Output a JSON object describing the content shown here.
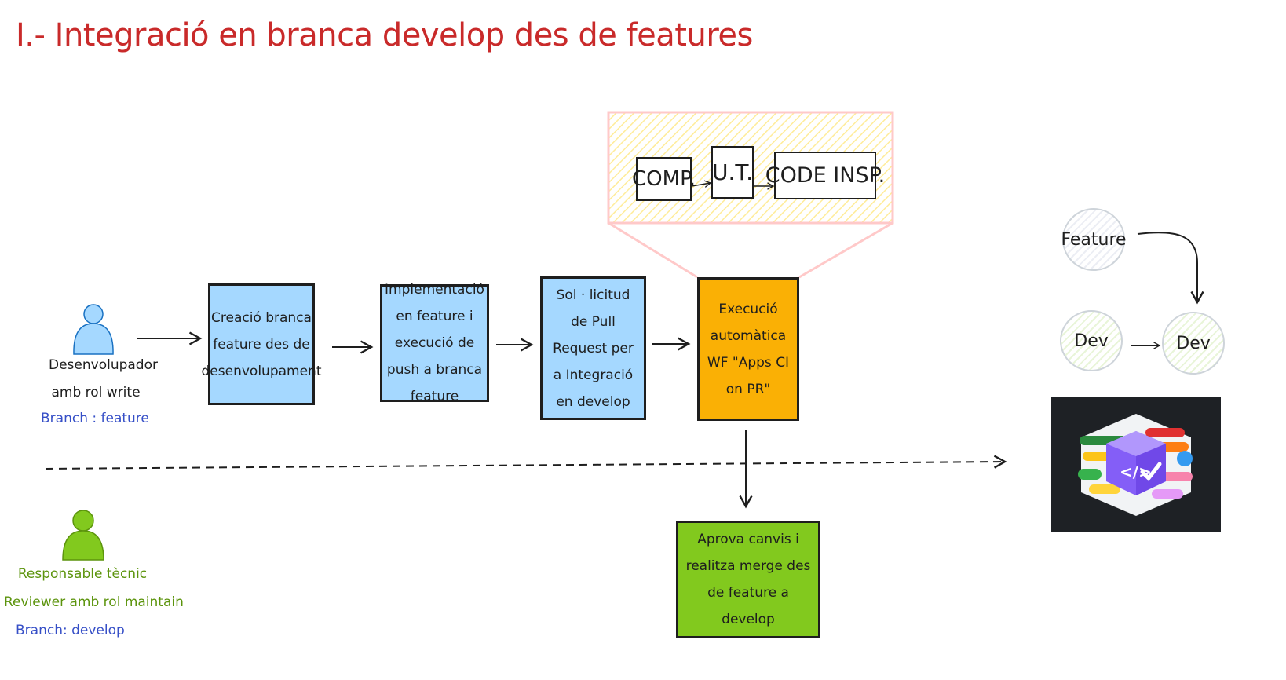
{
  "title": "I.- Integració en branca develop des de features",
  "actors": {
    "developer": {
      "name_line1": "Desenvolupador",
      "name_line2": "amb rol write",
      "branch": "Branch : feature",
      "color": "#a5d8ff"
    },
    "reviewer": {
      "line1": "Responsable tècnic",
      "line2": "Reviewer amb rol maintain",
      "branch": "Branch: develop",
      "color": "#82c91e"
    }
  },
  "steps": [
    {
      "text": "Creació branca feature des de desenvolupament",
      "color": "#a5d8ff"
    },
    {
      "text": "Implementació en feature i execució de push a branca feature",
      "color": "#a5d8ff"
    },
    {
      "text": "Sol · licitud de Pull Request per a Integració en develop",
      "color": "#a5d8ff"
    },
    {
      "text": "Execució automàtica WF \"Apps CI on PR\"",
      "color": "#fab005"
    },
    {
      "text": "Aprova canvis i realitza merge des de feature a develop",
      "color": "#82c91e"
    }
  ],
  "pipeline": [
    "COMP.",
    "U.T.",
    "CODE INSP."
  ],
  "legend": {
    "feature": "Feature",
    "dev_from": "Dev",
    "dev_to": "Dev"
  },
  "colors": {
    "title": "#c92a2a",
    "branch_text": "#364fc7",
    "reviewer_text": "#5c940d",
    "zoom_hatch": "#ffec99",
    "zoom_border": "#ffc9c9"
  },
  "icons": {
    "developer": "person-icon",
    "reviewer": "person-icon",
    "logo": "devops-cube-logo"
  }
}
